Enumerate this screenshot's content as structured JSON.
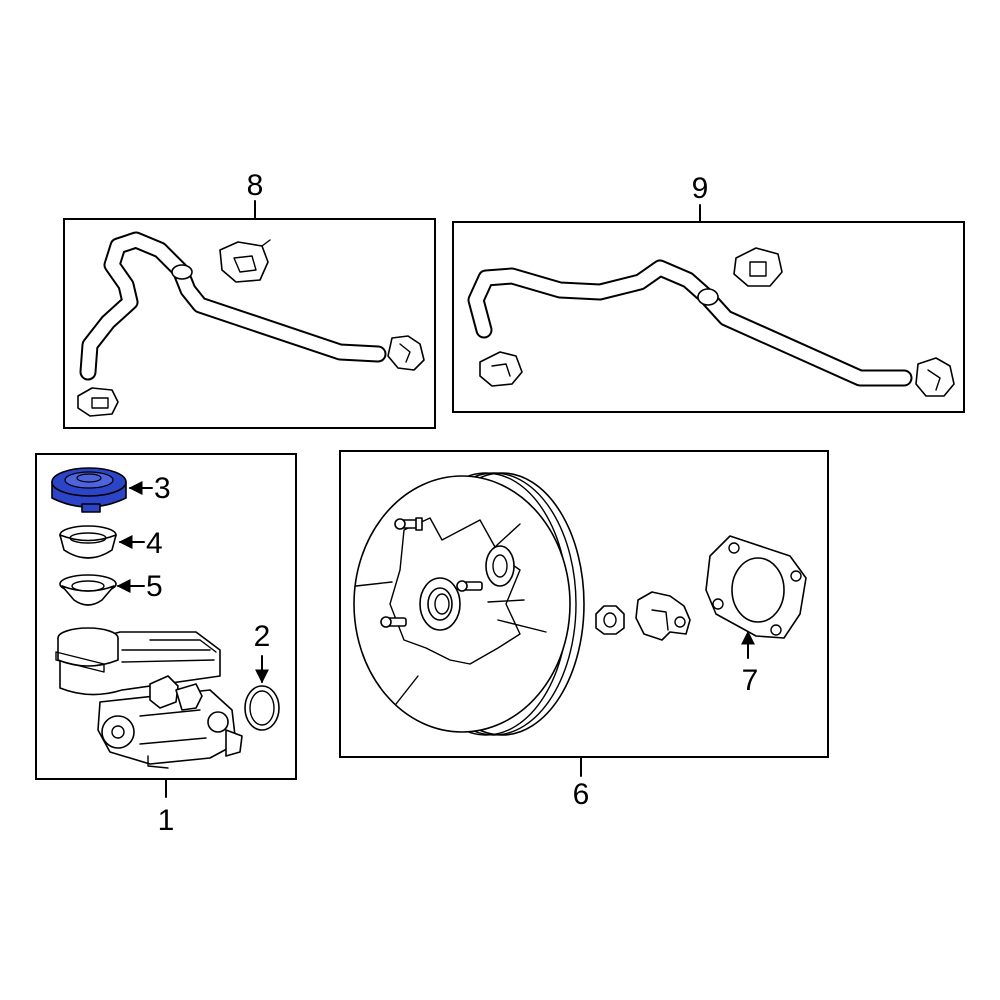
{
  "diagram": {
    "highlight_color": "#2c45c8",
    "callouts": {
      "c1": "1",
      "c2": "2",
      "c3": "3",
      "c4": "4",
      "c5": "5",
      "c6": "6",
      "c7": "7",
      "c8": "8",
      "c9": "9"
    }
  }
}
